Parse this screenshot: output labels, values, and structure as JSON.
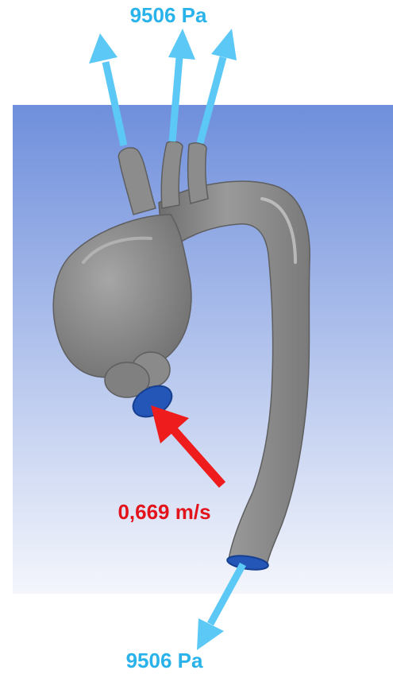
{
  "labels": {
    "outlet_pressure_top": "9506 Pa",
    "outlet_pressure_bottom": "9506 Pa",
    "inlet_velocity": "0,669 m/s"
  },
  "colors": {
    "background_top": "#6f8fdc",
    "background_bottom": "#f4f6fc",
    "vessel": "#8f8f8f",
    "vessel_dark": "#6e6e6e",
    "vessel_highlight": "#c8c8c8",
    "boundary_face": "#2456b8",
    "outlet_arrow": "#5bc8f5",
    "inlet_arrow": "#ee1c1c",
    "outlet_text": "#2ab3ea",
    "inlet_text": "#e3131b"
  }
}
